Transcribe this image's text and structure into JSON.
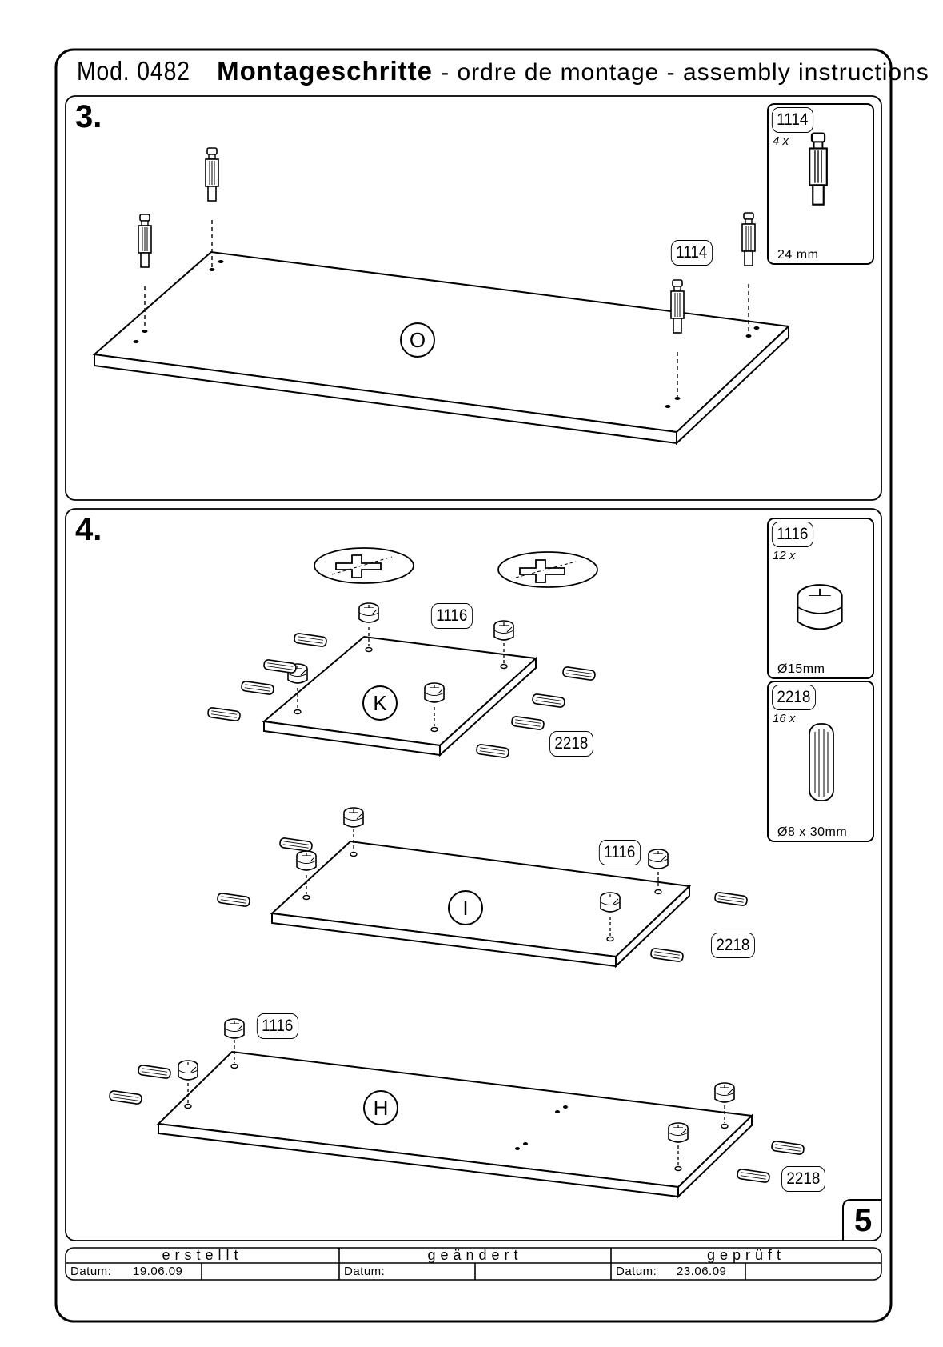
{
  "header": {
    "model": "Mod. 0482",
    "title": "Montageschritte",
    "subtitle": "- ordre de montage - assembly instructions"
  },
  "step3": {
    "number": "3.",
    "panel_label": "O",
    "part_callout": "1114",
    "inset": {
      "part": "1114",
      "qty": "4 x",
      "dimension": "24 mm"
    }
  },
  "step4": {
    "number": "4.",
    "panels": [
      "K",
      "I",
      "H"
    ],
    "callouts": {
      "cam": "1116",
      "dowel": "2218"
    },
    "inset_cam": {
      "part": "1116",
      "qty": "12 x",
      "dimension": "Ø15mm"
    },
    "inset_dowel": {
      "part": "2218",
      "qty": "16 x",
      "dimension": "Ø8 x 30mm"
    }
  },
  "page_number": "5",
  "footer": {
    "created": "erstellt",
    "changed": "geändert",
    "checked": "geprüft",
    "date_label": "Datum:",
    "created_date": "19.06.09",
    "checked_date": "23.06.09"
  }
}
